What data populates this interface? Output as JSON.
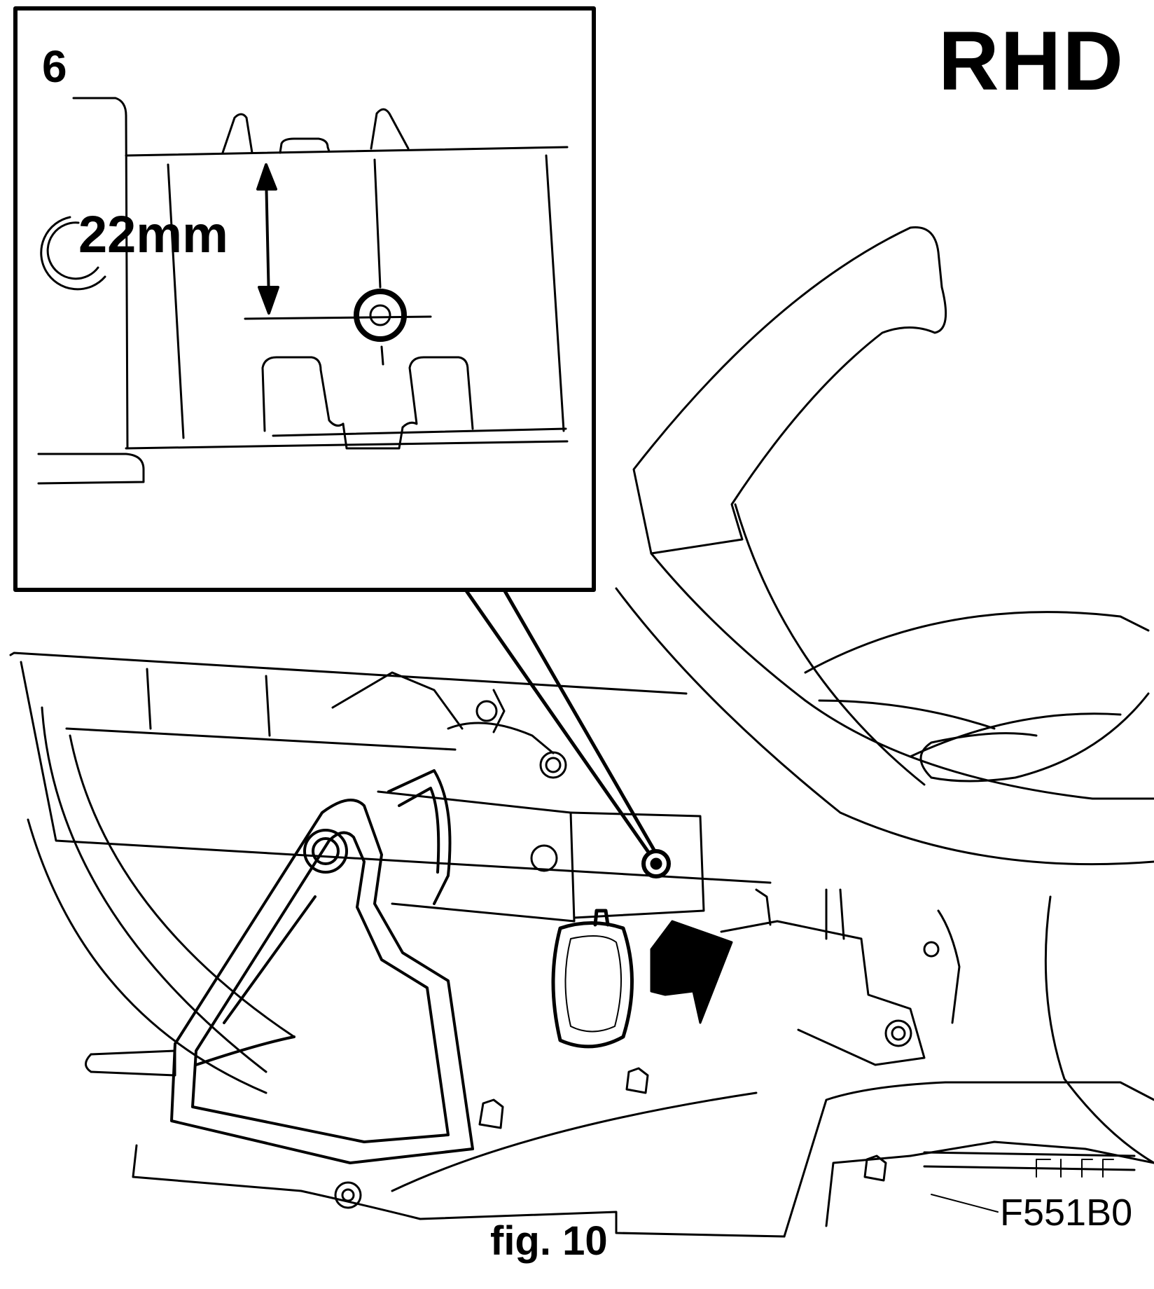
{
  "labels": {
    "variant": "RHD",
    "callout_number": "6",
    "dimension": "22mm",
    "drawing_code": "F551B0",
    "caption": "fig. 10"
  },
  "colors": {
    "ink": "#000000",
    "paper": "#ffffff",
    "arrow_fill": "#000000"
  },
  "icons": {
    "dimension_arrow": "double-headed-vertical-arrow",
    "direction_arrow": "solid-pointer-arrow",
    "measurement_symbol": "rotation-arc-symbol"
  }
}
